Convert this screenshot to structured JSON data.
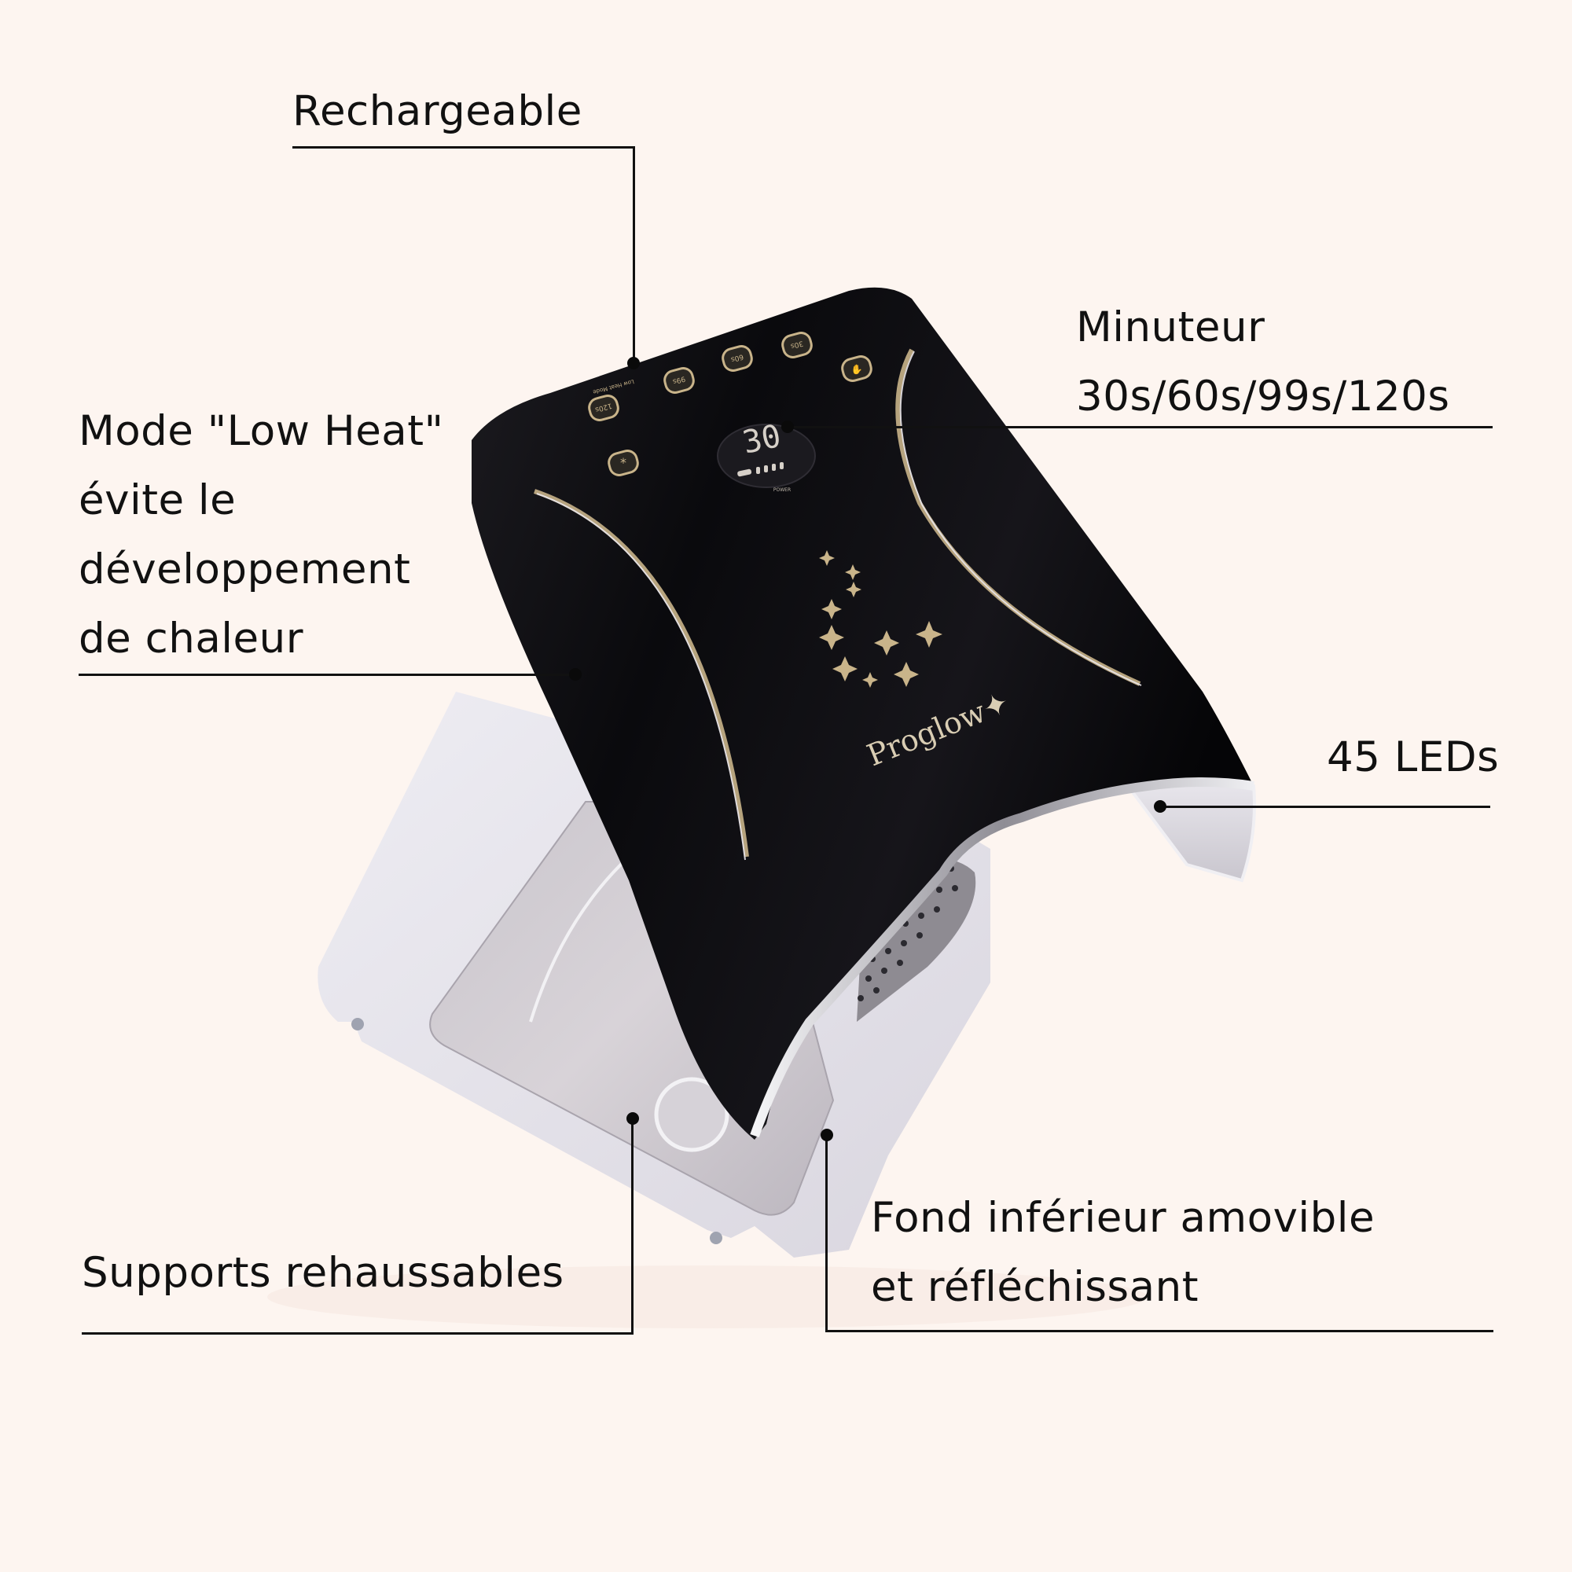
{
  "page": {
    "background": "#fdf5f0",
    "text_color": "#111111",
    "line_color": "#111111"
  },
  "product": {
    "brand": "Proglow",
    "type": "LED/UV nail lamp",
    "body_color": "#0d0c10",
    "accent_color": "#c9b48a",
    "base_color": "#e4e2ea",
    "display_value": "30",
    "panel_text": "Low Heat Mode",
    "power_label": "POWER",
    "buttons": [
      {
        "id": "low-heat",
        "label": "120s",
        "icon": "button-120s"
      },
      {
        "id": "99s",
        "label": "99s",
        "icon": "button-99s"
      },
      {
        "id": "60s",
        "label": "60s",
        "icon": "button-60s"
      },
      {
        "id": "30s",
        "label": "30s",
        "icon": "button-30s"
      },
      {
        "id": "mode",
        "label": "",
        "icon": "hand-mode-icon"
      },
      {
        "id": "fan",
        "label": "",
        "icon": "asterisk-icon"
      }
    ]
  },
  "callouts": [
    {
      "id": "rechargeable",
      "lines": [
        "Rechargeable"
      ]
    },
    {
      "id": "timer",
      "lines": [
        "Minuteur",
        "30s/60s/99s/120s"
      ]
    },
    {
      "id": "low-heat",
      "lines": [
        "Mode \"Low Heat\"",
        "évite le",
        "développement",
        "de chaleur"
      ]
    },
    {
      "id": "leds",
      "lines": [
        "45 LEDs"
      ]
    },
    {
      "id": "supports",
      "lines": [
        "Supports rehaussables"
      ]
    },
    {
      "id": "bottom",
      "lines": [
        "Fond inférieur amovible",
        "et réfléchissant"
      ]
    }
  ]
}
